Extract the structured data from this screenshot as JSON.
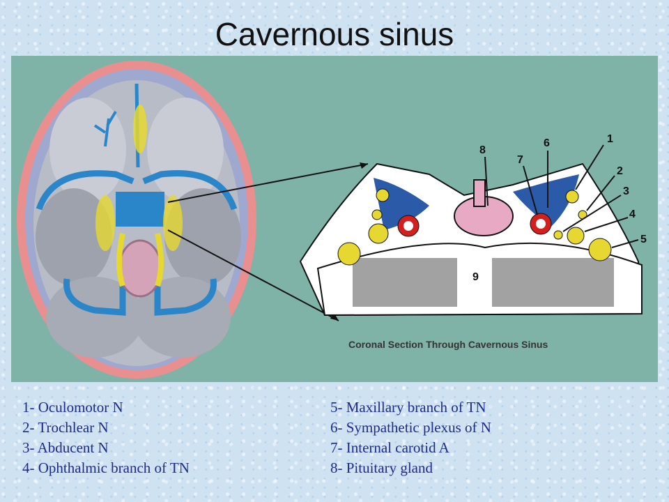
{
  "title": "Cavernous sinus",
  "figure": {
    "section_caption": "Coronal Section Through Cavernous Sinus",
    "number_labels": [
      "1",
      "2",
      "3",
      "4",
      "5",
      "6",
      "7",
      "8",
      "9"
    ]
  },
  "legend": {
    "left": [
      "1- Oculomotor N",
      "2- Trochlear N",
      "3- Abducent N",
      "4- Ophthalmic branch of TN"
    ],
    "right": [
      "5- Maxillary branch of TN",
      "6- Sympathetic plexus of N",
      "7- Internal carotid A",
      "8- Pituitary gland"
    ]
  },
  "colors": {
    "background": "#7fb3a8",
    "sinus_blue": "#2b5aa8",
    "vessel_blue": "#2a86c8",
    "nerve_yellow": "#e6d830",
    "artery_red": "#d41f1f",
    "pituitary_pink": "#e7a9c4"
  }
}
